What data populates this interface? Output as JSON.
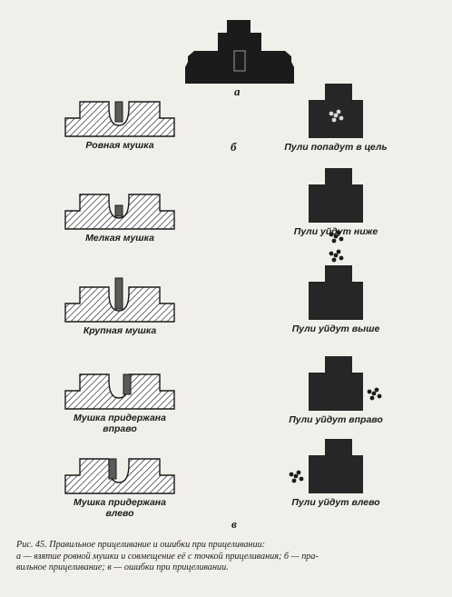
{
  "part_letters": {
    "a": "а",
    "b": "б",
    "v": "в"
  },
  "rows": [
    {
      "sight_label": [
        "Ровная мушка"
      ],
      "result_label": "Пули попадут в цель",
      "front_sight": "level",
      "hits": "center"
    },
    {
      "sight_label": [
        "Мелкая мушка"
      ],
      "result_label": "Пули уйдут ниже",
      "front_sight": "fine",
      "hits": "below"
    },
    {
      "sight_label": [
        "Крупная мушка"
      ],
      "result_label": "Пули уйдут выше",
      "front_sight": "coarse",
      "hits": "above"
    },
    {
      "sight_label": [
        "Мушка придержана",
        "вправо"
      ],
      "result_label": "Пули уйдут вправо",
      "front_sight": "right",
      "hits": "right"
    },
    {
      "sight_label": [
        "Мушка придержана",
        "влево"
      ],
      "result_label": "Пули уйдут влево",
      "front_sight": "left",
      "hits": "left"
    }
  ],
  "caption": [
    "Рис. 45. Правильное прицеливание и ошибки при прицеливании:",
    "а — взятие ровной мушки и совмещение её с точкой прицеливания; б — пра-",
    "вильное прицеливание; в — ошибки при прицеливании."
  ],
  "colors": {
    "ink": "#1b1b1b",
    "target": "#262626",
    "paper": "#f1efe9"
  }
}
